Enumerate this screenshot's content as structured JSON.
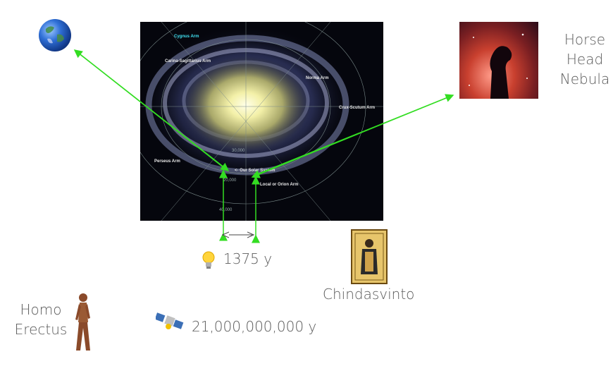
{
  "galaxy": {
    "arm_labels": {
      "cygnus": "Cygnus Arm",
      "carina": "Carina-Sagittarius Arm",
      "norma": "Norma Arm",
      "crux": "Crux-Scutum Arm",
      "perseus": "Perseus Arm",
      "solar": "<- Our Solar System",
      "local": "Local or Orion Arm",
      "d30000": "30,000",
      "d40000": "40,000",
      "d20000": "20,000"
    }
  },
  "labels": {
    "nebula": [
      "Horse",
      "Head",
      "Nebula"
    ],
    "light_years": "1375 y",
    "chindasvinto": "Chindasvinto",
    "homo": [
      "Homo",
      "Erectus"
    ],
    "satellite_years": "21,000,000,000 y"
  },
  "colors": {
    "arrow": "#33dd22",
    "bracket": "#444444"
  },
  "icons": [
    "earth-icon",
    "horsehead-nebula-image",
    "bulb-icon",
    "chindasvinto-portrait",
    "homo-erectus-figure",
    "satellite-icon"
  ]
}
